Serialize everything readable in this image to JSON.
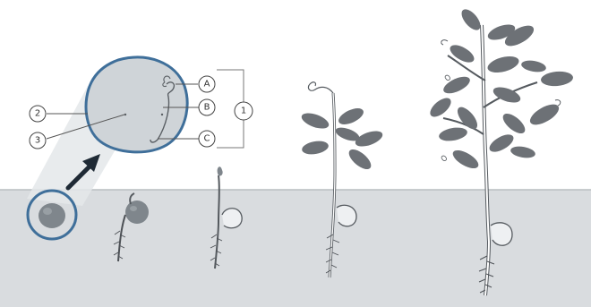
{
  "figure": {
    "labels": {
      "one": "1",
      "two": "2",
      "three": "3",
      "a": "A",
      "b": "B",
      "c": "C"
    },
    "stages": [
      "seed",
      "germinating-seed",
      "hook-seedling",
      "young-seedling",
      "mature-plant"
    ],
    "colors": {
      "soil": "#d9dcdf",
      "soil_top": "#c8ccd0",
      "seed": "#7f868c",
      "stem": "#ffffff",
      "stem_outline": "#555a5f",
      "leaf": "#6d7176",
      "root": "#4d5156",
      "beam": "#e6e8ea"
    }
  }
}
